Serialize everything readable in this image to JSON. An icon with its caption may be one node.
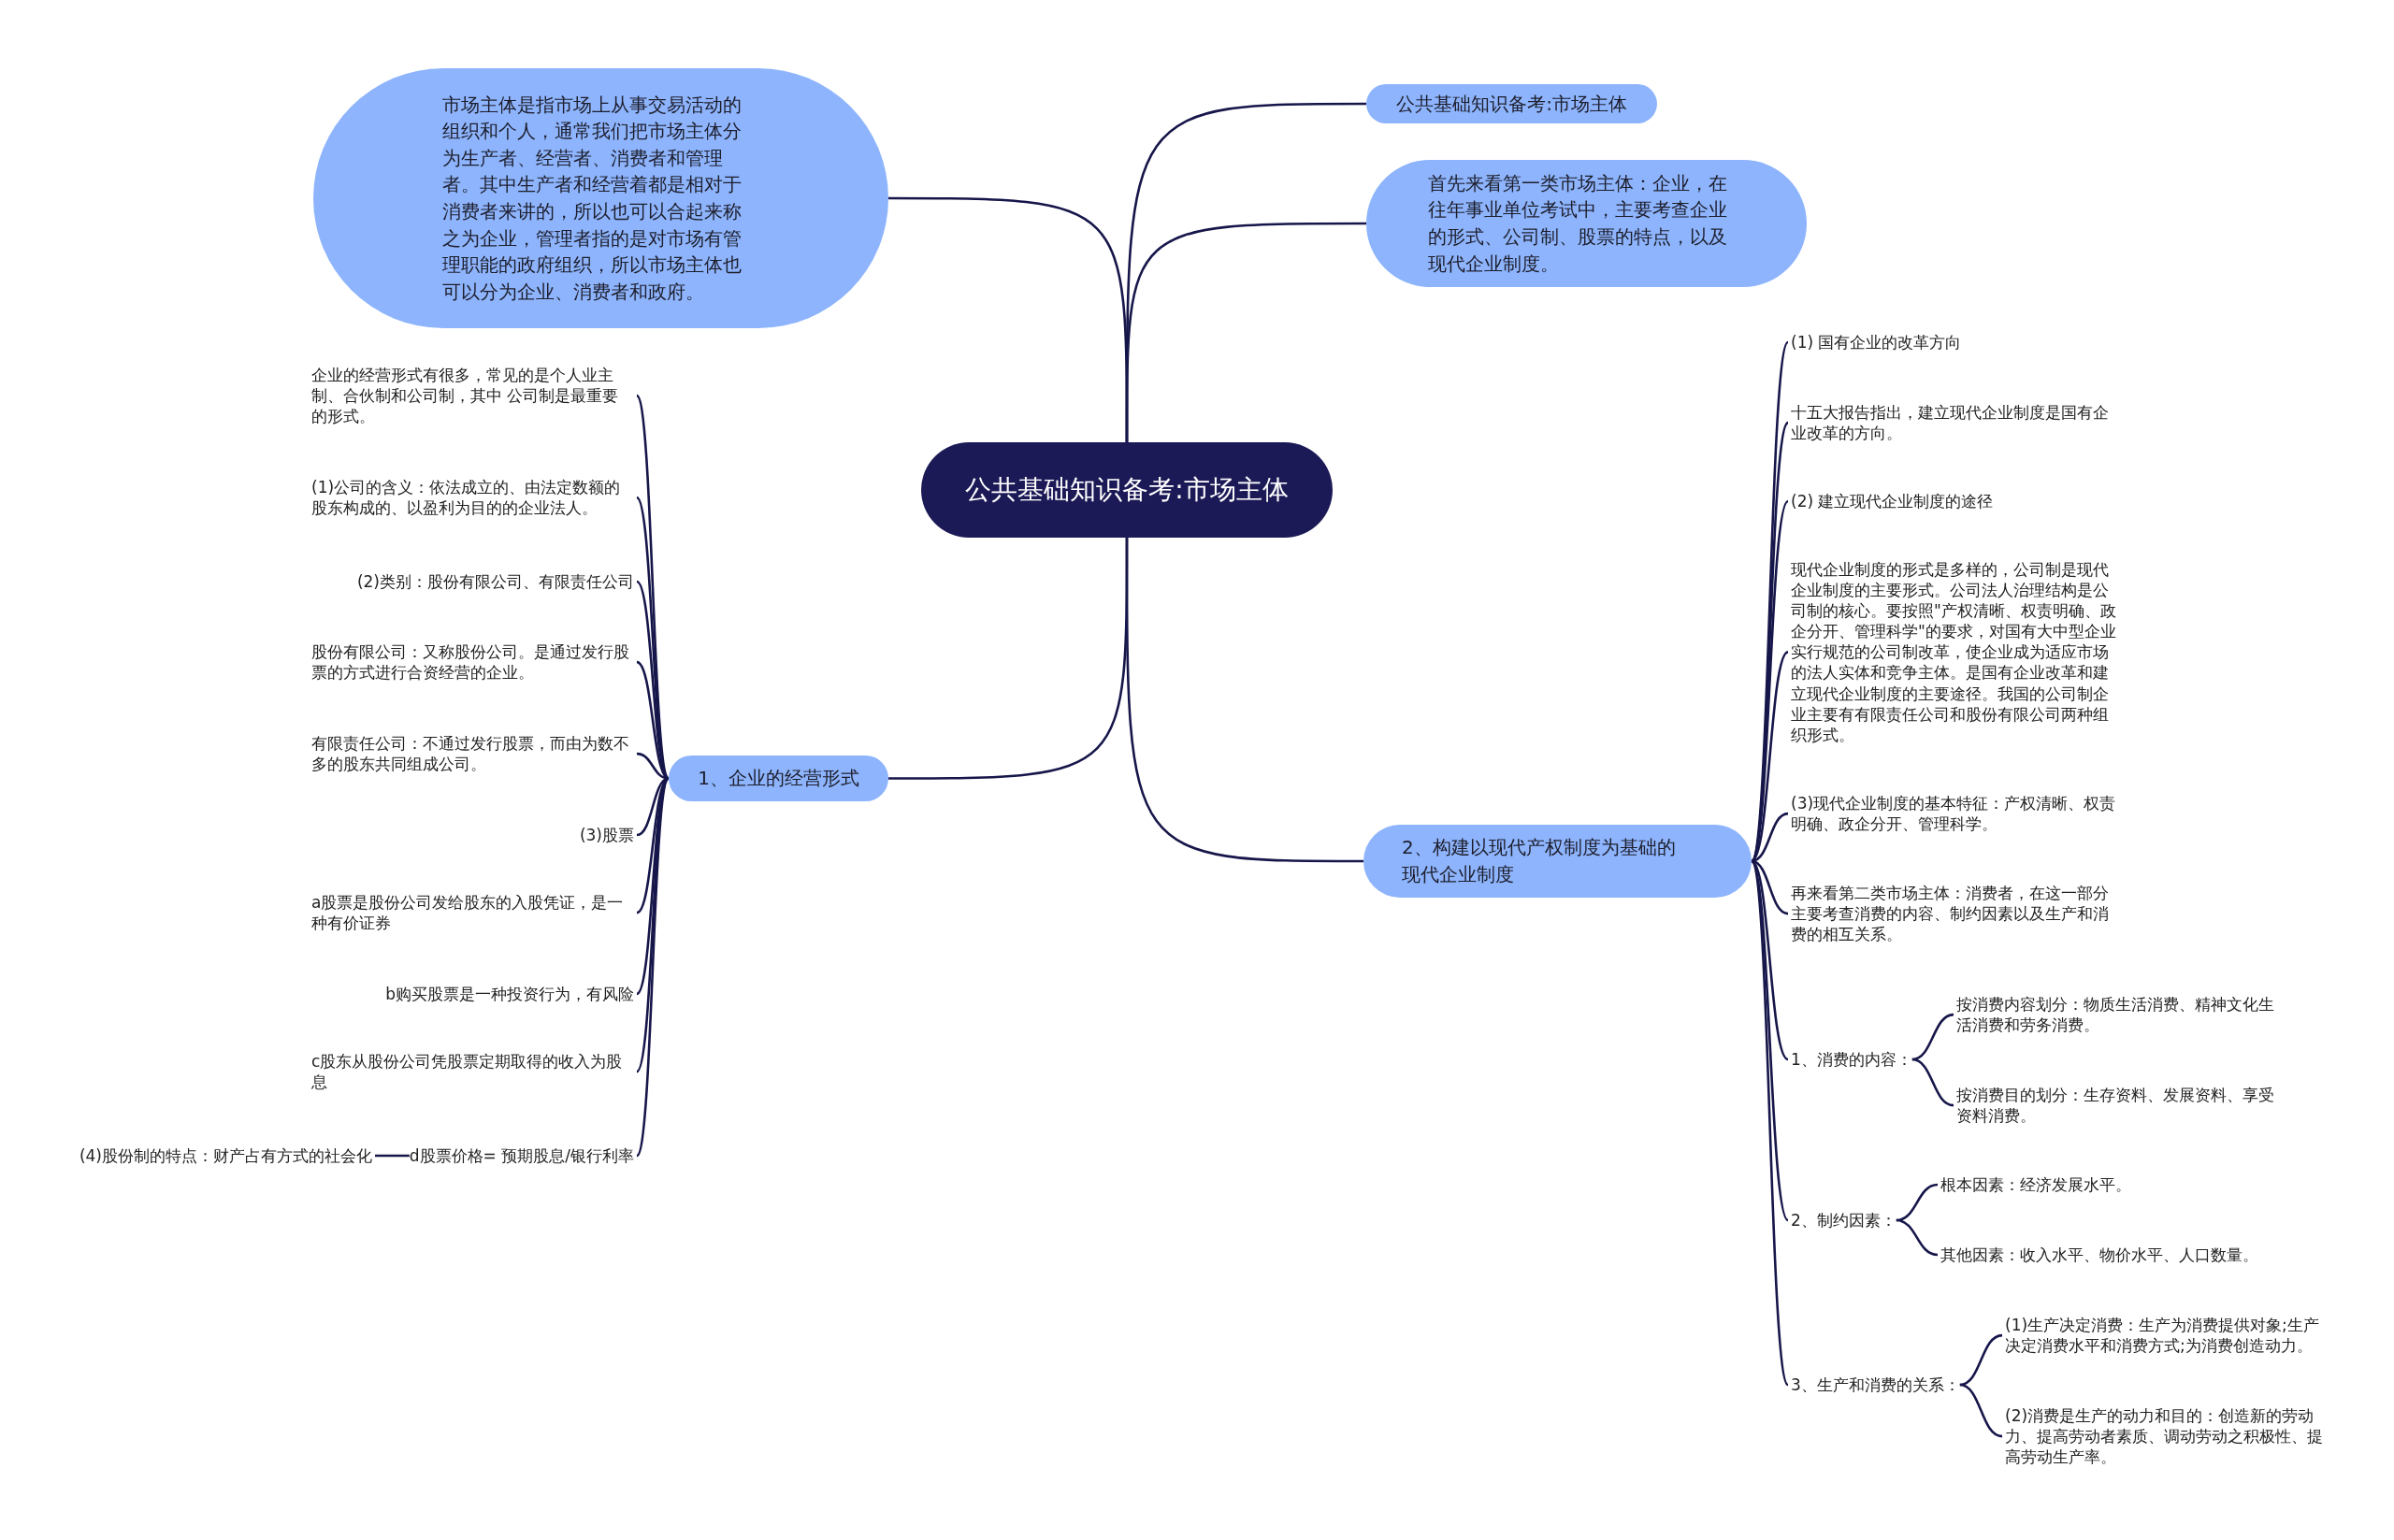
{
  "diagram": {
    "nodes": [
      {
        "text": [
          "公共基础知识备考:市场主体"
        ]
      },
      {
        "text": [
          "市场主体是指市场上从事交易活动的组织和个人，通常我们把市场主体分为生产者、经营者、消费者和管理者。其中生产者和经营着都是相对于消费者来讲的，所以也可以合起来称之为企业，管理者指的是对市场有管理职能的政府组织，所以市场主体也可以分为企业、消费者和政府。"
        ]
      },
      {
        "text": [
          "公共基础知识备考:市场主体"
        ]
      },
      {
        "text": [
          "首先来看第一类市场主体：企业，在往年事业单位考试中，主要考查企业的形式、公司制、股票的特点，以及现代企业制度。"
        ]
      },
      {
        "text": [
          "1、企业的经营形式"
        ]
      },
      {
        "text": [
          "2、构建以现代产权制度为基础的现代企业制度"
        ]
      },
      {
        "text": [
          "企业的经营形式有很多，常见的是个人业主制、合伙制和公司制，其中 公司制是最重要的形式。"
        ]
      },
      {
        "text": [
          "(1)公司的含义：依法成立的、由法定数额的股东构成的、以盈利为目的的企业法人。"
        ]
      },
      {
        "text": [
          "(2)类别：股份有限公司、有限责任公司"
        ]
      },
      {
        "text": [
          "股份有限公司：又称股份公司。是通过发行股票的方式进行合资经营的企业。"
        ]
      },
      {
        "text": [
          "有限责任公司：不通过发行股票，而由为数不多的股东共同组成公司。"
        ]
      },
      {
        "text": [
          "(3)股票"
        ]
      },
      {
        "text": [
          "a股票是股份公司发给股东的入股凭证，是一种有价证券"
        ]
      },
      {
        "text": [
          "b购买股票是一种投资行为，有风险"
        ]
      },
      {
        "text": [
          "c股东从股份公司凭股票定期取得的收入为股息"
        ]
      },
      {
        "text": [
          "d股票价格= 预期股息/银行利率"
        ]
      },
      {
        "text": [
          "(4)股份制的特点：财产占有方式的社会化"
        ]
      },
      {
        "text": [
          "(1) 国有企业的改革方向"
        ]
      },
      {
        "text": [
          "十五大报告指出，建立现代企业制度是国有企业改革的方向。"
        ]
      },
      {
        "text": [
          "(2) 建立现代企业制度的途径"
        ]
      },
      {
        "text": [
          "现代企业制度的形式是多样的，公司制是现代企业制度的主要形式。公司法人治理结构是公司制的核心。要按照\"产权清晰、权责明确、政企分开、管理科学\"的要求，对国有大中型企业实行规范的公司制改革，使企业成为适应市场的法人实体和竞争主体。是国有企业改革和建立现代企业制度的主要途径。我国的公司制企业主要有有限责任公司和股份有限公司两种组织形式。"
        ]
      },
      {
        "text": [
          "(3)现代企业制度的基本特征：产权清晰、权责明确、政企分开、管理科学。"
        ]
      },
      {
        "text": [
          "再来看第二类市场主体：消费者，在这一部分主要考查消费的内容、制约因素以及生产和消费的相互关系。"
        ]
      },
      {
        "text": [
          "1、消费的内容："
        ]
      },
      {
        "text": [
          "按消费内容划分：物质生活消费、精神文化生活消费和劳务消费。"
        ]
      },
      {
        "text": [
          "按消费目的划分：生存资料、发展资料、享受资料消费。"
        ]
      },
      {
        "text": [
          "2、制约因素："
        ]
      },
      {
        "text": [
          "根本因素：经济发展水平。"
        ]
      },
      {
        "text": [
          "其他因素：收入水平、物价水平、人口数量。"
        ]
      },
      {
        "text": [
          "3、生产和消费的关系："
        ]
      },
      {
        "text": [
          "(1)生产决定消费：生产为消费提供对象;生产决定消费水平和消费方式;为消费创造动力。"
        ]
      },
      {
        "text": [
          "(2)消费是生产的动力和目的：创造新的劳动力、提高劳动者素质、调动劳动之积极性、提高劳动生产率。"
        ]
      }
    ],
    "edges": [
      {
        "from": 0,
        "to": 1,
        "arrow": "none"
      },
      {
        "from": 0,
        "to": 2,
        "arrow": "none"
      },
      {
        "from": 0,
        "to": 3,
        "arrow": "none"
      },
      {
        "from": 0,
        "to": 4,
        "arrow": "none"
      },
      {
        "from": 0,
        "to": 5,
        "arrow": "none"
      },
      {
        "from": 4,
        "to": 6,
        "arrow": "none"
      },
      {
        "from": 4,
        "to": 7,
        "arrow": "none"
      },
      {
        "from": 4,
        "to": 8,
        "arrow": "none"
      },
      {
        "from": 4,
        "to": 9,
        "arrow": "none"
      },
      {
        "from": 4,
        "to": 10,
        "arrow": "none"
      },
      {
        "from": 4,
        "to": 11,
        "arrow": "none"
      },
      {
        "from": 4,
        "to": 12,
        "arrow": "none"
      },
      {
        "from": 4,
        "to": 13,
        "arrow": "none"
      },
      {
        "from": 4,
        "to": 14,
        "arrow": "none"
      },
      {
        "from": 4,
        "to": 15,
        "arrow": "none"
      },
      {
        "from": 15,
        "to": 16,
        "arrow": "none"
      },
      {
        "from": 5,
        "to": 17,
        "arrow": "none"
      },
      {
        "from": 5,
        "to": 18,
        "arrow": "none"
      },
      {
        "from": 5,
        "to": 19,
        "arrow": "none"
      },
      {
        "from": 5,
        "to": 20,
        "arrow": "none"
      },
      {
        "from": 5,
        "to": 21,
        "arrow": "none"
      },
      {
        "from": 5,
        "to": 22,
        "arrow": "none"
      },
      {
        "from": 5,
        "to": 23,
        "arrow": "none"
      },
      {
        "from": 23,
        "to": 24,
        "arrow": "none"
      },
      {
        "from": 23,
        "to": 25,
        "arrow": "none"
      },
      {
        "from": 5,
        "to": 26,
        "arrow": "none"
      },
      {
        "from": 26,
        "to": 27,
        "arrow": "none"
      },
      {
        "from": 26,
        "to": 28,
        "arrow": "none"
      },
      {
        "from": 5,
        "to": 29,
        "arrow": "none"
      },
      {
        "from": 29,
        "to": 30,
        "arrow": "none"
      },
      {
        "from": 29,
        "to": 31,
        "arrow": "none"
      }
    ]
  }
}
